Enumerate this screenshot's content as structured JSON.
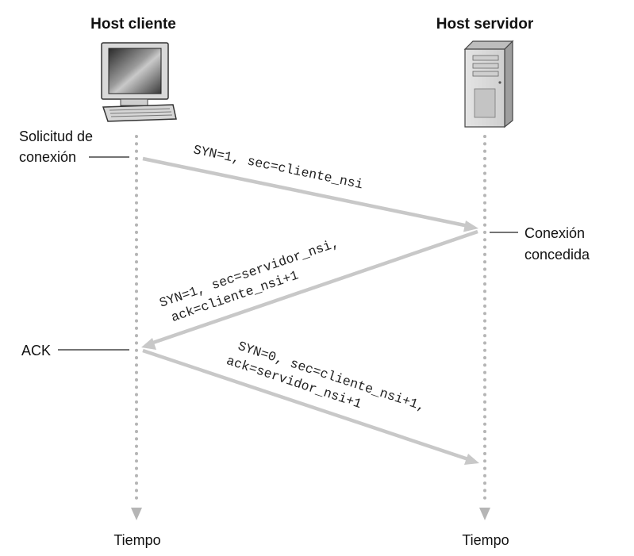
{
  "client": {
    "title": "Host cliente",
    "time_label": "Tiempo"
  },
  "server": {
    "title": "Host servidor",
    "time_label": "Tiempo"
  },
  "annotations": {
    "request_line1": "Solicitud de",
    "request_line2": "conexión",
    "granted_line1": "Conexión",
    "granted_line2": "concedida",
    "ack": "ACK"
  },
  "messages": [
    {
      "lines": [
        "SYN=1, sec=cliente_nsi"
      ]
    },
    {
      "lines": [
        "SYN=1, sec=servidor_nsi,",
        "ack=cliente_nsi+1"
      ]
    },
    {
      "lines": [
        "SYN=0, sec=cliente_nsi+1,",
        "ack=servidor_nsi+1"
      ]
    }
  ],
  "colors": {
    "arrow": "#c8c8c8",
    "timeline": "#b5b5b5",
    "text": "#111111"
  },
  "icons": {
    "client": "desktop-computer-icon",
    "server": "server-tower-icon"
  }
}
